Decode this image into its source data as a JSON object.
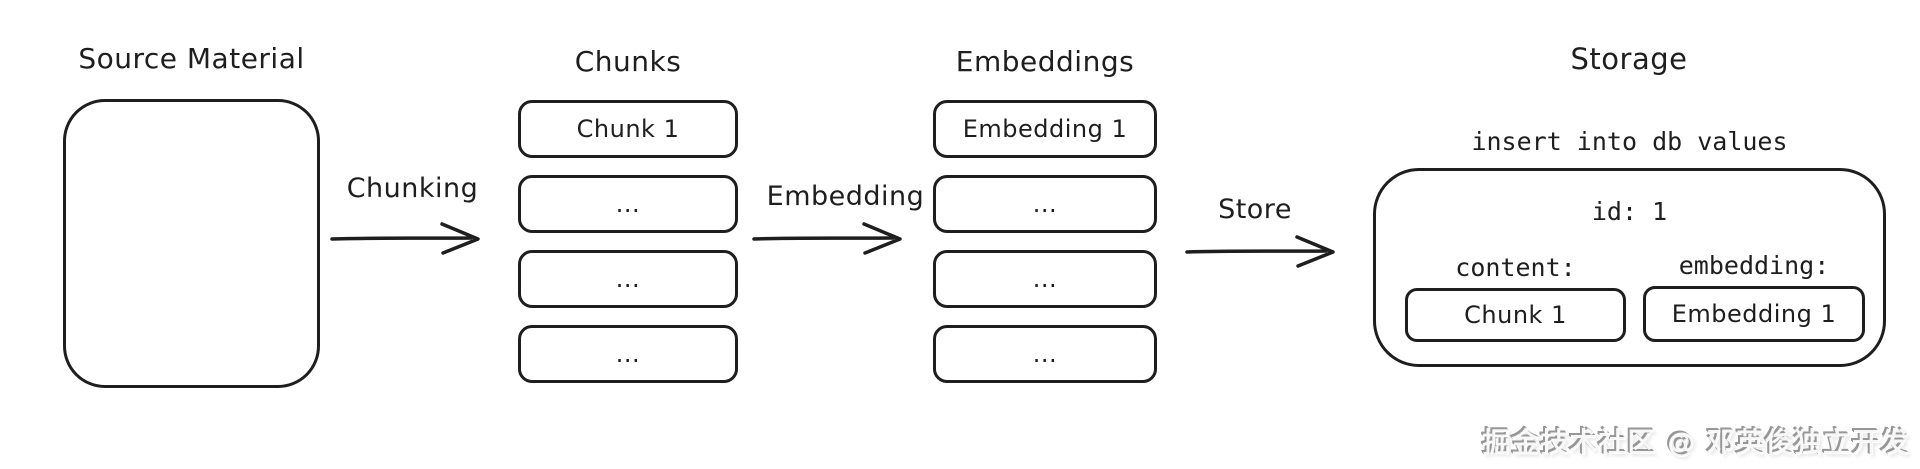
{
  "diagram": {
    "source": {
      "title": "Source Material"
    },
    "flow_chunking": {
      "label": "Chunking"
    },
    "flow_embedding": {
      "label": "Embedding"
    },
    "flow_store": {
      "label": "Store"
    },
    "chunks": {
      "title": "Chunks",
      "items": [
        "Chunk 1",
        "...",
        "...",
        "..."
      ]
    },
    "embeddings": {
      "title": "Embeddings",
      "items": [
        "Embedding 1",
        "...",
        "...",
        "..."
      ]
    },
    "storage": {
      "title": "Storage",
      "code_line": "insert into db values",
      "record": {
        "id_line": "id: 1",
        "content_label": "content:",
        "content_value": "Chunk 1",
        "embedding_label": "embedding:",
        "embedding_value": "Embedding 1"
      }
    },
    "watermark": "掘金技术社区 @ 邓英俊独立开发",
    "colors": {
      "stroke": "#1e1e1e",
      "background": "#ffffff",
      "watermark_gray": "#979797"
    }
  }
}
